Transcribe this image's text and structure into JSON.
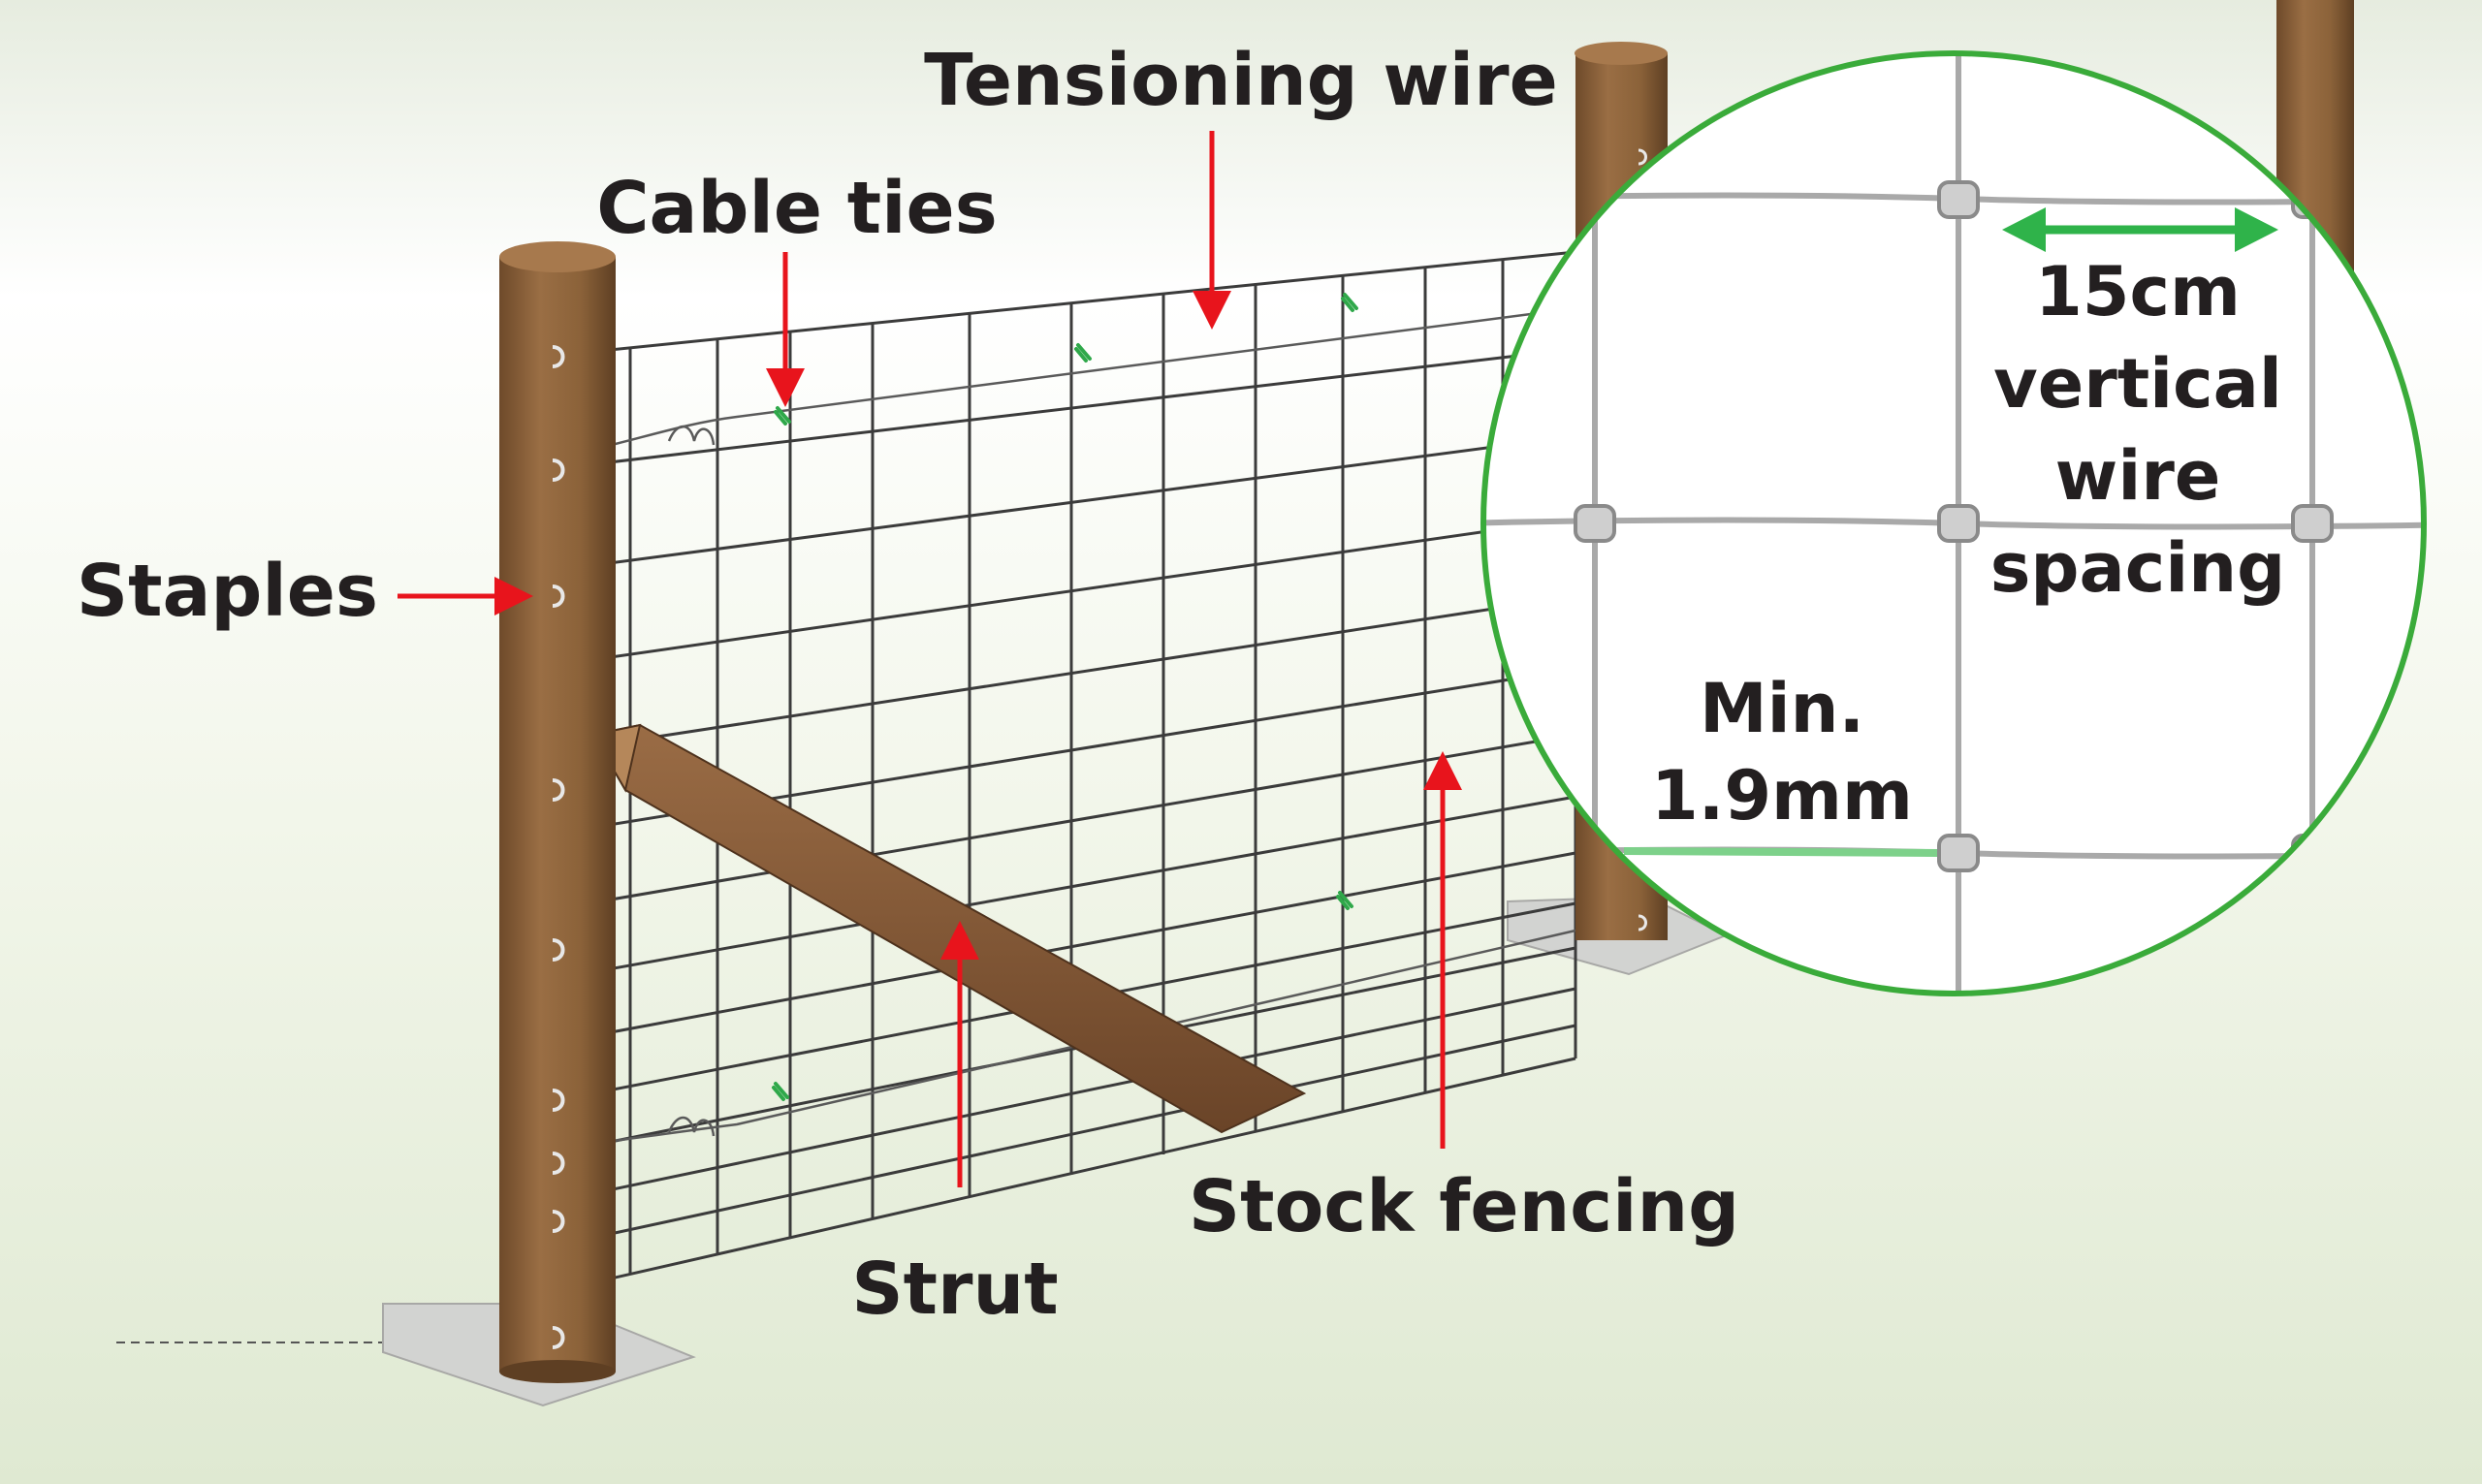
{
  "labels": {
    "tensioning_wire": "Tensioning wire",
    "cable_ties": "Cable ties",
    "staples": "Staples",
    "strut": "Strut",
    "stock_fencing": "Stock fencing"
  },
  "inset": {
    "spacing_value": "15cm",
    "spacing_line2": "vertical",
    "spacing_line3": "wire",
    "spacing_line4": "spacing",
    "min_line1": "Min.",
    "min_line2": "1.9mm"
  },
  "colors": {
    "label_arrow": "#e8141c",
    "inset_ring": "#3aab3a",
    "dimension_arrow": "#2fb34a",
    "post": "#8b6239",
    "strut": "#7a5134",
    "mesh_wire": "#3b3b3b",
    "cable_tie": "#2fa84a",
    "background_top": "#ffffff",
    "background_bottom": "#dfe9d2"
  },
  "icons": {
    "label_arrow": "red-arrow-icon",
    "dimension_arrow": "double-headed-arrow-icon",
    "inset": "magnifier-circle-icon"
  }
}
